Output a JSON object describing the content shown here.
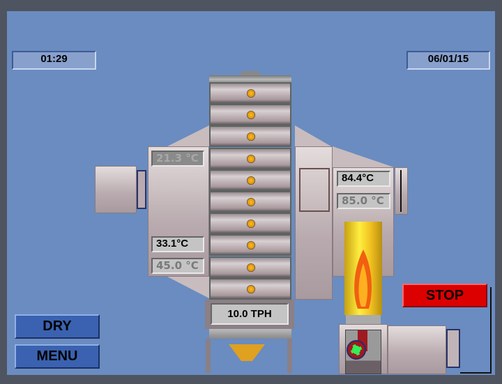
{
  "header": {
    "time": "01:29",
    "date": "06/01/15"
  },
  "sensors": {
    "upper_left": "21.3 °C",
    "lower_left_actual": "33.1°C",
    "lower_left_setpoint": "45.0 °C",
    "right_actual": "84.4°C",
    "right_setpoint": "85.0 °C"
  },
  "throughput": "10.0  TPH",
  "buttons": {
    "stop": "STOP",
    "dry": "DRY",
    "menu": "MENU"
  },
  "colors": {
    "background": "#6a8cc0",
    "stop": "#dd0000",
    "fan_running": "#33ee55"
  }
}
